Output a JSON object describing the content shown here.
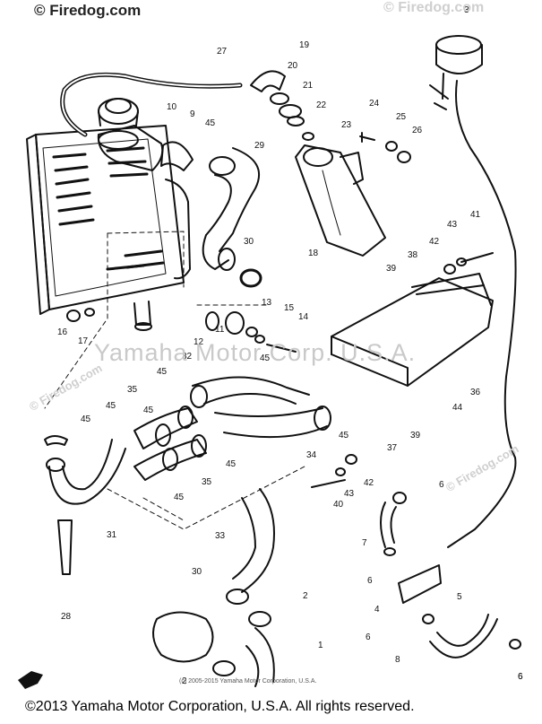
{
  "watermarks": {
    "top_left": "© Firedog.com",
    "top_right": "© Firedog.com",
    "center": "Yamaha Motor Corp. U.S.A.",
    "left": "© Firedog.com",
    "right": "© Firedog.com"
  },
  "small_copyright": "(c) 2005-2015 Yamaha Motor Corporation, U.S.A.",
  "footer": "©2013 Yamaha Motor Corporation, U.S.A. All rights reserved.",
  "callouts": [
    "1",
    "2",
    "2",
    "3",
    "4",
    "5",
    "6",
    "6",
    "6",
    "6",
    "6",
    "7",
    "8",
    "9",
    "10",
    "11",
    "12",
    "13",
    "14",
    "15",
    "16",
    "17",
    "18",
    "19",
    "20",
    "21",
    "22",
    "23",
    "24",
    "25",
    "26",
    "27",
    "28",
    "29",
    "30",
    "30",
    "31",
    "32",
    "33",
    "34",
    "35",
    "35",
    "36",
    "37",
    "38",
    "39",
    "39",
    "40",
    "41",
    "42",
    "42",
    "43",
    "43",
    "44",
    "45",
    "45",
    "45",
    "45",
    "45",
    "45",
    "45",
    "45",
    "45"
  ],
  "icons": {
    "front_arrow": "front-arrow-icon"
  }
}
